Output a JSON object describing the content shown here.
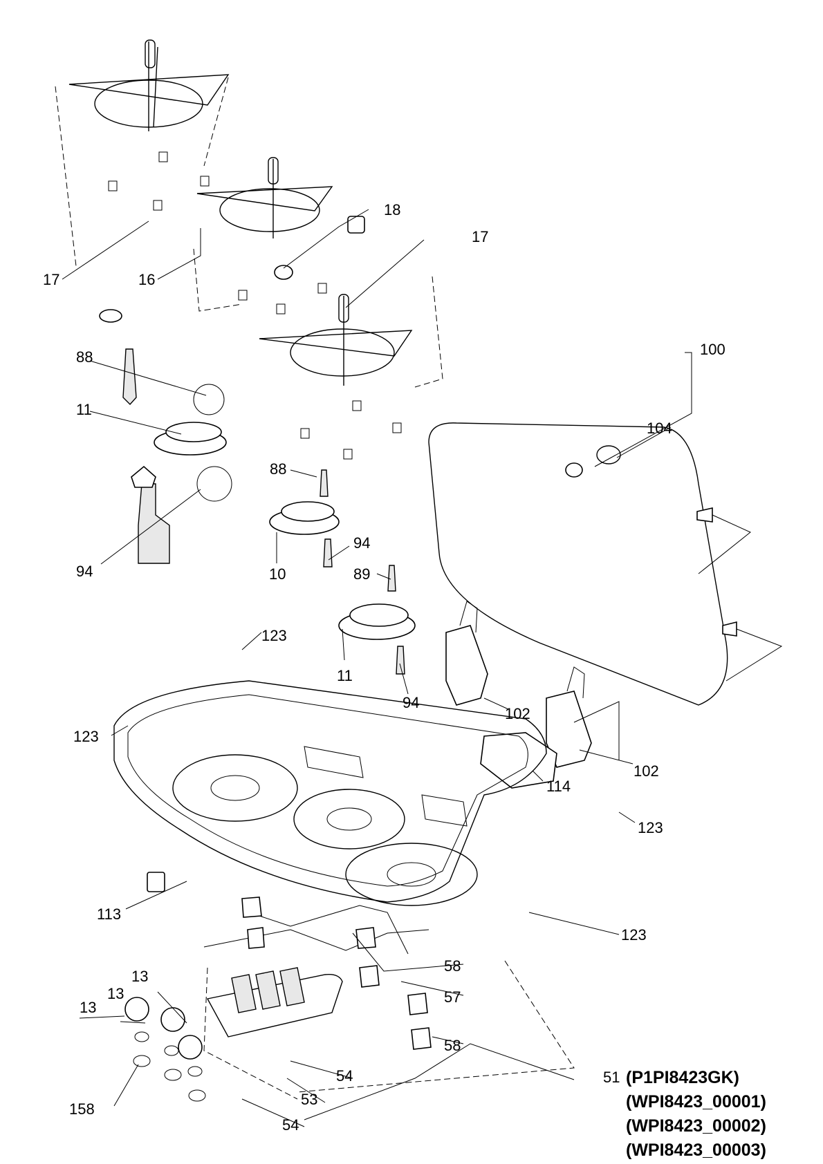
{
  "callouts": [
    "17",
    "16",
    "18",
    "17",
    "88",
    "11",
    "94",
    "88",
    "100",
    "104",
    "10",
    "94",
    "89",
    "123",
    "11",
    "94",
    "102",
    "123",
    "102",
    "114",
    "123",
    "113",
    "123",
    "58",
    "13",
    "13",
    "13",
    "57",
    "158",
    "58",
    "54",
    "53",
    "54",
    "51"
  ],
  "model_codes": [
    "(P1PI8423GK)",
    "(WPI8423_00001)",
    "(WPI8423_00002)",
    "(WPI8423_00003)"
  ]
}
